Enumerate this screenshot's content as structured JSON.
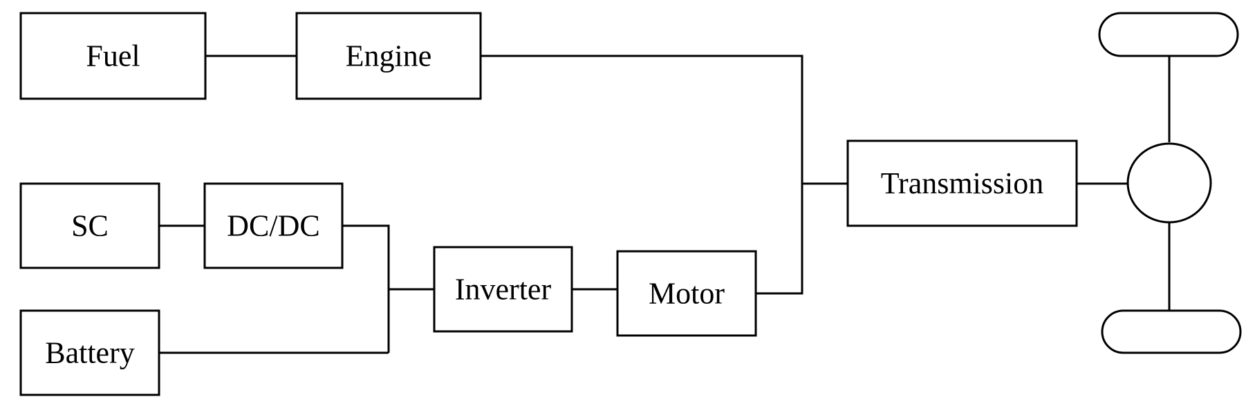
{
  "blocks": {
    "fuel": "Fuel",
    "engine": "Engine",
    "sc": "SC",
    "dcdc": "DC/DC",
    "battery": "Battery",
    "inverter": "Inverter",
    "motor": "Motor",
    "transmission": "Transmission"
  }
}
